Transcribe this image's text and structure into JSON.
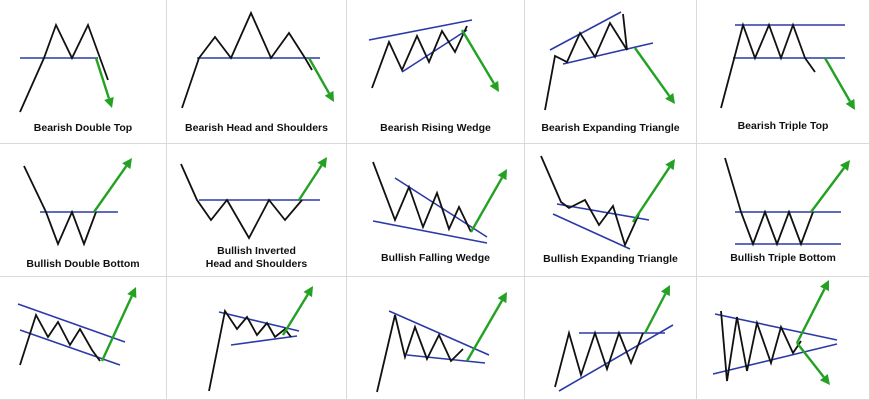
{
  "colors": {
    "price": "#111111",
    "trendline": "#2b3aa8",
    "breakout": "#23a123",
    "grid": "#d9d9d9"
  },
  "patterns": [
    {
      "id": "bearish-double-top",
      "label": [
        "Bearish Double Top"
      ],
      "breakout": "down"
    },
    {
      "id": "bearish-head-and-shoulders",
      "label": [
        "Bearish Head and Shoulders"
      ],
      "breakout": "down"
    },
    {
      "id": "bearish-rising-wedge",
      "label": [
        "Bearish Rising Wedge"
      ],
      "breakout": "down"
    },
    {
      "id": "bearish-expanding-triangle",
      "label": [
        "Bearish Expanding Triangle"
      ],
      "breakout": "down"
    },
    {
      "id": "bearish-triple-top",
      "label": [
        "Bearish Triple Top"
      ],
      "breakout": "down"
    },
    {
      "id": "bullish-double-bottom",
      "label": [
        "Bullish Double Bottom"
      ],
      "breakout": "up"
    },
    {
      "id": "bullish-inverted-head-and-shoulders",
      "label": [
        "Bullish Inverted",
        "Head and Shoulders"
      ],
      "breakout": "up"
    },
    {
      "id": "bullish-falling-wedge",
      "label": [
        "Bullish Falling Wedge"
      ],
      "breakout": "up"
    },
    {
      "id": "bullish-expanding-triangle",
      "label": [
        "Bullish Expanding Triangle"
      ],
      "breakout": "up"
    },
    {
      "id": "bullish-triple-bottom",
      "label": [
        "Bullish Triple Bottom"
      ],
      "breakout": "up"
    },
    {
      "id": "bull-flag",
      "label": [],
      "breakout": "up"
    },
    {
      "id": "bull-pennant",
      "label": [],
      "breakout": "up"
    },
    {
      "id": "bullish-descending-wedge",
      "label": [],
      "breakout": "up"
    },
    {
      "id": "ascending-triangle",
      "label": [],
      "breakout": "up"
    },
    {
      "id": "symmetrical-triangle",
      "label": [],
      "breakout": "both"
    }
  ]
}
